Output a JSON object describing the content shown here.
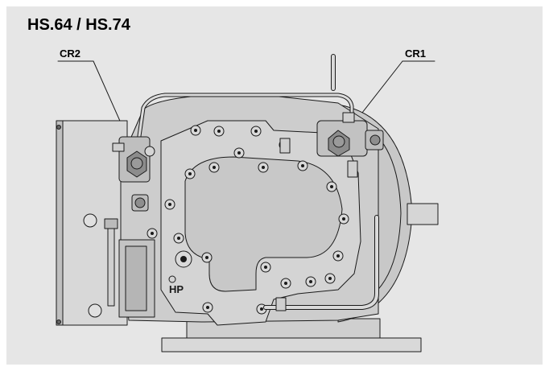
{
  "title": "HS.64 / HS.74",
  "callouts": {
    "cr2": "CR2",
    "cr1": "CR1"
  },
  "marking": "HP",
  "colors": {
    "panel_background": "#e6e6e6",
    "body_fill": "#d2d2d2",
    "motor_fill": "#c8c8c8",
    "plug_fill": "#8c8c8c",
    "outline": "#1a1a1a"
  },
  "icons": [
    "compressor-drawing"
  ]
}
